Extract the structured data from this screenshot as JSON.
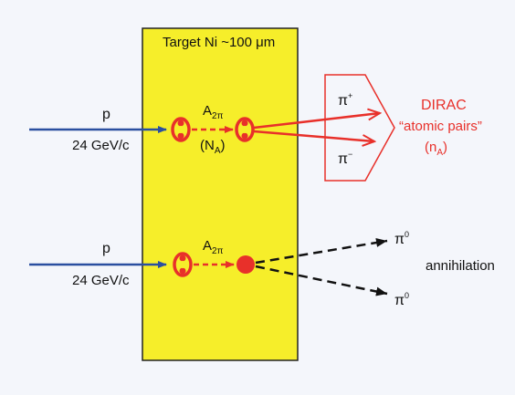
{
  "target": {
    "label": "Target Ni ~100 μm",
    "fill_color": "#f6ee2a",
    "border_color": "#222222"
  },
  "incoming_top": {
    "particle": "p",
    "momentum": "24 GeV/c"
  },
  "incoming_bottom": {
    "particle": "p",
    "momentum": "24 GeV/c"
  },
  "atom_top": {
    "symbol": "A",
    "subscript": "2π",
    "yield_label": "(N",
    "yield_subscript": "A",
    "yield_close": ")"
  },
  "atom_bottom": {
    "symbol": "A",
    "subscript": "2π"
  },
  "detector": {
    "pi_plus": "π",
    "pi_plus_charge": "+",
    "pi_minus": "π",
    "pi_minus_charge": "−",
    "title": "DIRAC",
    "subtitle": "“atomic pairs”",
    "count_label": "(n",
    "count_subscript": "A",
    "count_close": ")"
  },
  "annihilation": {
    "pion_top": "π",
    "pion_top_charge": "0",
    "pion_bottom": "π",
    "pion_bottom_charge": "0",
    "label": "annihilation"
  },
  "colors": {
    "beam": "#2a4fa0",
    "atom": "#e8302a",
    "neutral": "#111111",
    "background": "#f4f6fb"
  }
}
